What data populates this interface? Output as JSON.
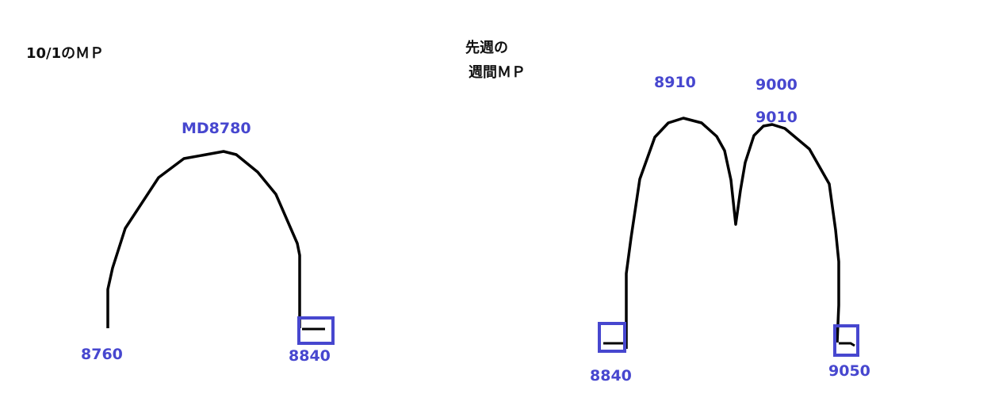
{
  "left_profile": {
    "title": "10/1のＭＰ",
    "peak_label": "MD8780",
    "low_label": "8760",
    "close_label": "8840"
  },
  "right_profile": {
    "title_line1": "先週の",
    "title_line2": "週間ＭＰ",
    "peak1_label": "8910",
    "peak2_high_label": "9000",
    "peak2_label": "9010",
    "open_label": "8840",
    "close_label": "9050"
  },
  "colors": {
    "line": "#000000",
    "label": "#4747cf",
    "box": "#4747cf"
  }
}
